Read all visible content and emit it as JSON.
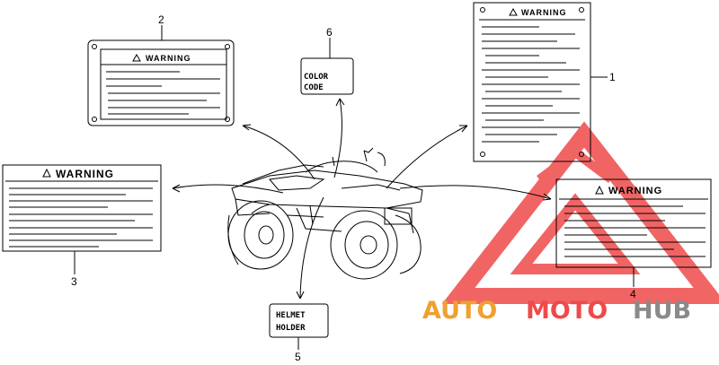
{
  "labels": {
    "warning_text": "WARNING",
    "color_code_line1": "COLOR",
    "color_code_line2": "CODE",
    "helmet_line1": "HELMET",
    "helmet_line2": "HOLDER"
  },
  "callouts": {
    "c1": "1",
    "c2": "2",
    "c3": "3",
    "c4": "4",
    "c5": "5",
    "c6": "6"
  },
  "watermark": {
    "part1": "AUTO",
    "part2": "MOTO",
    "part3": "HUB",
    "colors": {
      "accent": "#ef4a4a",
      "orange": "#f0a030",
      "gray": "#8a8a8a"
    }
  }
}
